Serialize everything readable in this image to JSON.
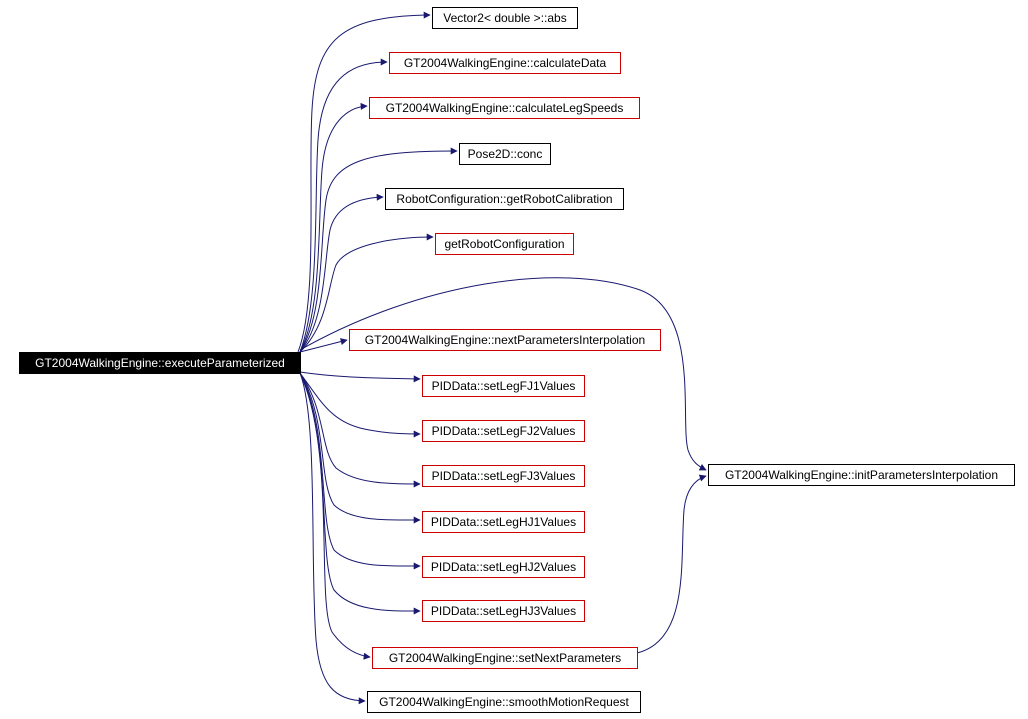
{
  "diagram": {
    "root": {
      "id": "root",
      "label": "GT2004WalkingEngine::executeParameterized",
      "border": "#000000",
      "fill": "#000000",
      "text_color": "#ffffff"
    },
    "nodes": [
      {
        "id": "n1",
        "label": "Vector2< double >::abs",
        "border": "#000000"
      },
      {
        "id": "n2",
        "label": "GT2004WalkingEngine::calculateData",
        "border": "#cc0000"
      },
      {
        "id": "n3",
        "label": "GT2004WalkingEngine::calculateLegSpeeds",
        "border": "#cc0000"
      },
      {
        "id": "n4",
        "label": "Pose2D::conc",
        "border": "#000000"
      },
      {
        "id": "n5",
        "label": "RobotConfiguration::getRobotCalibration",
        "border": "#000000"
      },
      {
        "id": "n6",
        "label": "getRobotConfiguration",
        "border": "#cc0000"
      },
      {
        "id": "n7",
        "label": "GT2004WalkingEngine::nextParametersInterpolation",
        "border": "#cc0000"
      },
      {
        "id": "n8",
        "label": "PIDData::setLegFJ1Values",
        "border": "#cc0000"
      },
      {
        "id": "n9",
        "label": "PIDData::setLegFJ2Values",
        "border": "#cc0000"
      },
      {
        "id": "n10",
        "label": "PIDData::setLegFJ3Values",
        "border": "#cc0000"
      },
      {
        "id": "n11",
        "label": "PIDData::setLegHJ1Values",
        "border": "#cc0000"
      },
      {
        "id": "n12",
        "label": "PIDData::setLegHJ2Values",
        "border": "#cc0000"
      },
      {
        "id": "n13",
        "label": "PIDData::setLegHJ3Values",
        "border": "#cc0000"
      },
      {
        "id": "n14",
        "label": "GT2004WalkingEngine::setNextParameters",
        "border": "#cc0000"
      },
      {
        "id": "n15",
        "label": "GT2004WalkingEngine::smoothMotionRequest",
        "border": "#000000"
      },
      {
        "id": "n16",
        "label": "GT2004WalkingEngine::initParametersInterpolation",
        "border": "#000000"
      }
    ],
    "edges": [
      {
        "from": "root",
        "to": "n1"
      },
      {
        "from": "root",
        "to": "n2"
      },
      {
        "from": "root",
        "to": "n3"
      },
      {
        "from": "root",
        "to": "n4"
      },
      {
        "from": "root",
        "to": "n5"
      },
      {
        "from": "root",
        "to": "n6"
      },
      {
        "from": "root",
        "to": "n7"
      },
      {
        "from": "root",
        "to": "n8"
      },
      {
        "from": "root",
        "to": "n9"
      },
      {
        "from": "root",
        "to": "n10"
      },
      {
        "from": "root",
        "to": "n11"
      },
      {
        "from": "root",
        "to": "n12"
      },
      {
        "from": "root",
        "to": "n13"
      },
      {
        "from": "root",
        "to": "n14"
      },
      {
        "from": "root",
        "to": "n15"
      },
      {
        "from": "root",
        "to": "n16"
      },
      {
        "from": "n14",
        "to": "n16"
      }
    ],
    "edge_color": "#191970"
  }
}
